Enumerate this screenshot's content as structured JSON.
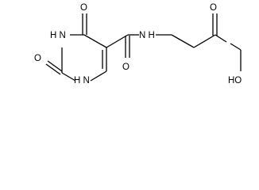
{
  "molecule": {
    "atom_labels": {
      "o_c4": "O",
      "o_c2": "O",
      "o_amide": "O",
      "o_acid": "O",
      "n3h": "H N",
      "n1h": "H N",
      "nh_amide": "N H",
      "oh": "HO"
    }
  },
  "colors": {
    "bond": "#000000",
    "text": "#000000",
    "background": "#ffffff"
  }
}
